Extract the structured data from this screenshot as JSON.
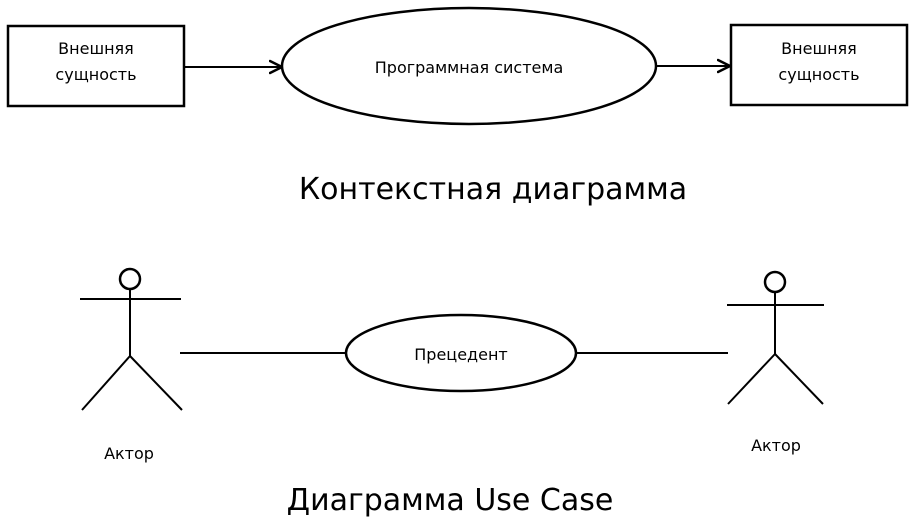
{
  "context_diagram": {
    "left_entity": [
      "Внешняя",
      "сущность"
    ],
    "system": "Программная система",
    "right_entity": [
      "Внешняя",
      "сущность"
    ],
    "title": "Контекстная диаграмма"
  },
  "use_case_diagram": {
    "left_actor": "Актор",
    "use_case": "Прецедент",
    "right_actor": "Актор",
    "title": "Диаграмма Use Case"
  },
  "colors": {
    "background": "#ffffff",
    "stroke": "#000000",
    "text": "#000000"
  }
}
